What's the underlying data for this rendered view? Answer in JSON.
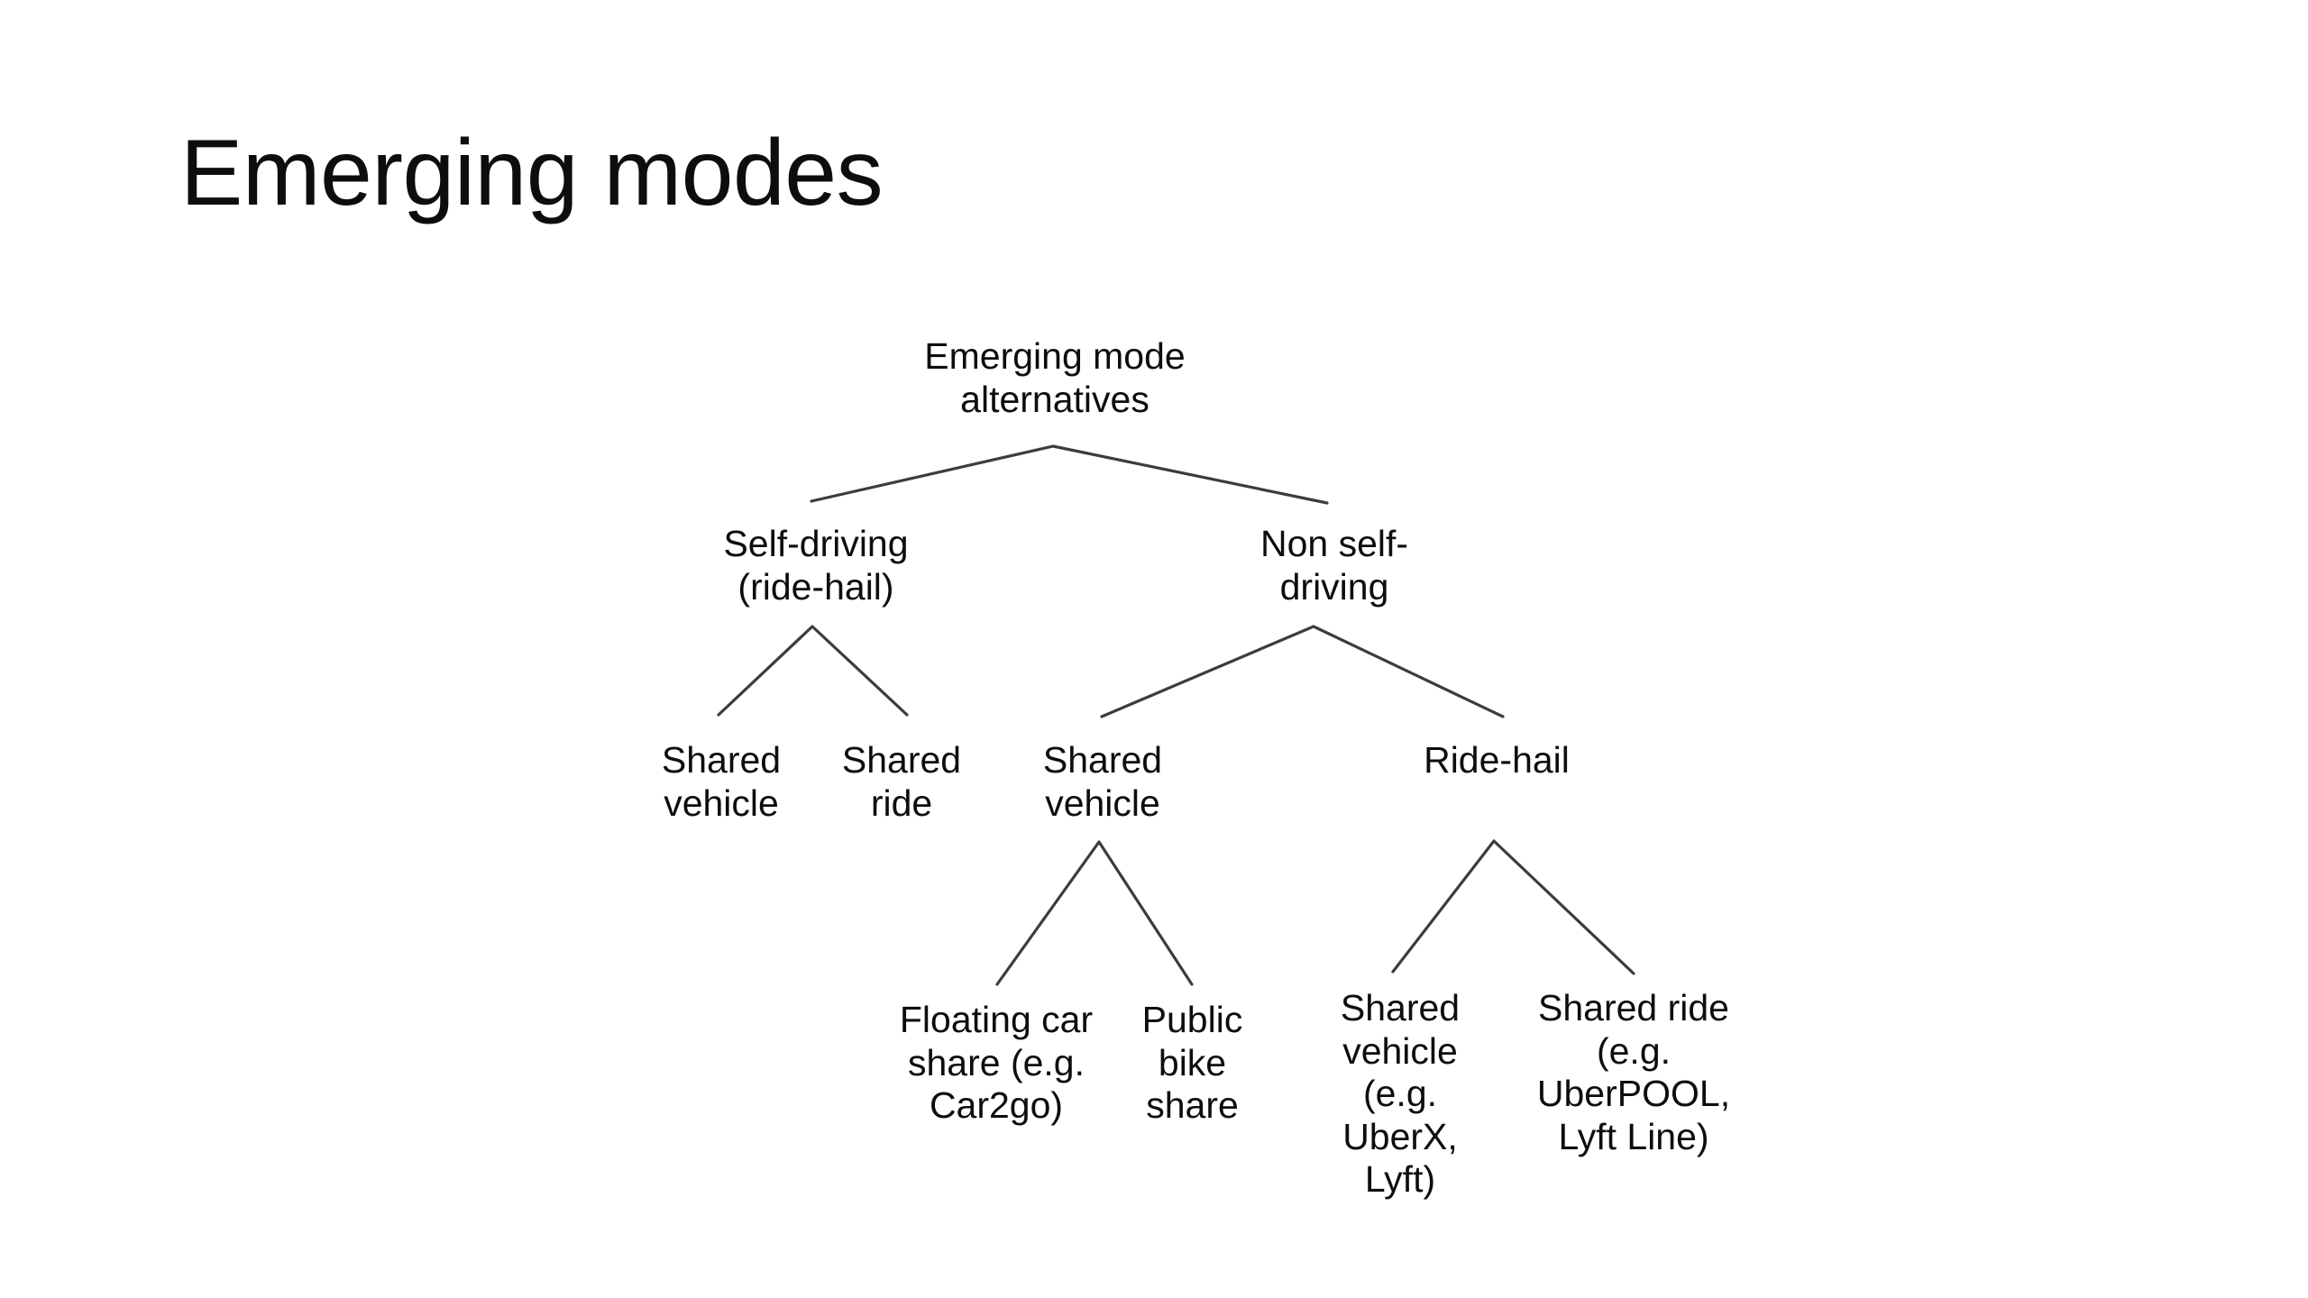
{
  "slide": {
    "title": "Emerging modes",
    "background_color": "#ffffff",
    "text_color": "#0d0d0d",
    "connector_color": "#3c3c3c"
  },
  "diagram": {
    "type": "tree",
    "root": {
      "label": "Emerging mode\nalternatives"
    },
    "level1": [
      {
        "label": "Self-driving\n(ride-hail)"
      },
      {
        "label": "Non self-\ndriving"
      }
    ],
    "level2": [
      {
        "label": "Shared\nvehicle"
      },
      {
        "label": "Shared\nride"
      },
      {
        "label": "Shared\nvehicle"
      },
      {
        "label": "Ride-hail"
      }
    ],
    "level3": [
      {
        "label": "Floating car\nshare (e.g.\nCar2go)"
      },
      {
        "label": "Public\nbike\nshare"
      },
      {
        "label": "Shared\nvehicle\n(e.g.\nUberX,\nLyft)"
      },
      {
        "label": "Shared ride\n(e.g.\nUberPOOL,\nLyft Line)"
      }
    ]
  }
}
